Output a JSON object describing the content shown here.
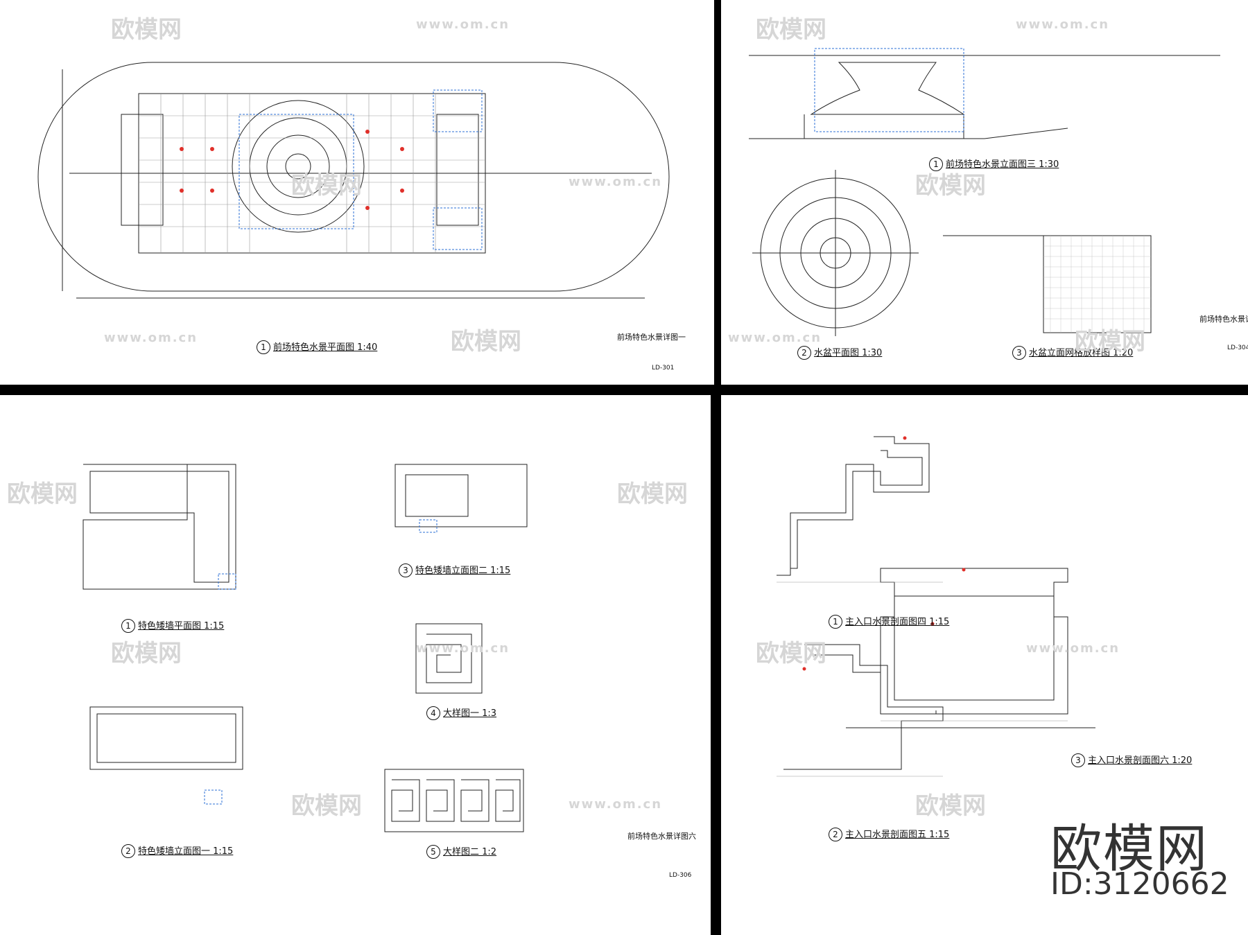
{
  "sheets": [
    {
      "code": "LD-301",
      "title": "前场特色水景详图一",
      "captions": [
        {
          "num": "1",
          "text": "前场特色水景平面图 1:40"
        }
      ]
    },
    {
      "code": "LD-304",
      "title": "前场特色水景详图四",
      "captions": [
        {
          "num": "1",
          "text": "前场特色水景立面图三 1:30"
        },
        {
          "num": "2",
          "text": "水盆平面图 1:30"
        },
        {
          "num": "3",
          "text": "水盆立面网格放样图 1:20"
        }
      ]
    },
    {
      "code": "LD-306",
      "title": "前场特色水景详图六",
      "captions": [
        {
          "num": "1",
          "text": "特色矮墙平面图 1:15"
        },
        {
          "num": "2",
          "text": "特色矮墙立面图一 1:15"
        },
        {
          "num": "3",
          "text": "特色矮墙立面图二 1:15"
        },
        {
          "num": "4",
          "text": "大样图一 1:3"
        },
        {
          "num": "5",
          "text": "大样图二 1:2"
        }
      ]
    },
    {
      "code": "",
      "title": "",
      "captions": [
        {
          "num": "1",
          "text": "主入口水景剖面图四 1:15"
        },
        {
          "num": "2",
          "text": "主入口水景剖面图五 1:15"
        },
        {
          "num": "3",
          "text": "主入口水景剖面图六 1:20"
        }
      ]
    }
  ],
  "watermark": {
    "logo_text": "欧模网",
    "url_text": "www.om.cn"
  },
  "brand": {
    "name": "欧模网",
    "id": "ID:3120662"
  },
  "colors": {
    "background": "#000000",
    "paper": "#ffffff",
    "line": "#222222",
    "accent_blue": "#2b6fd6",
    "accent_red": "#e0302a",
    "watermark": "#d6d6d6"
  }
}
